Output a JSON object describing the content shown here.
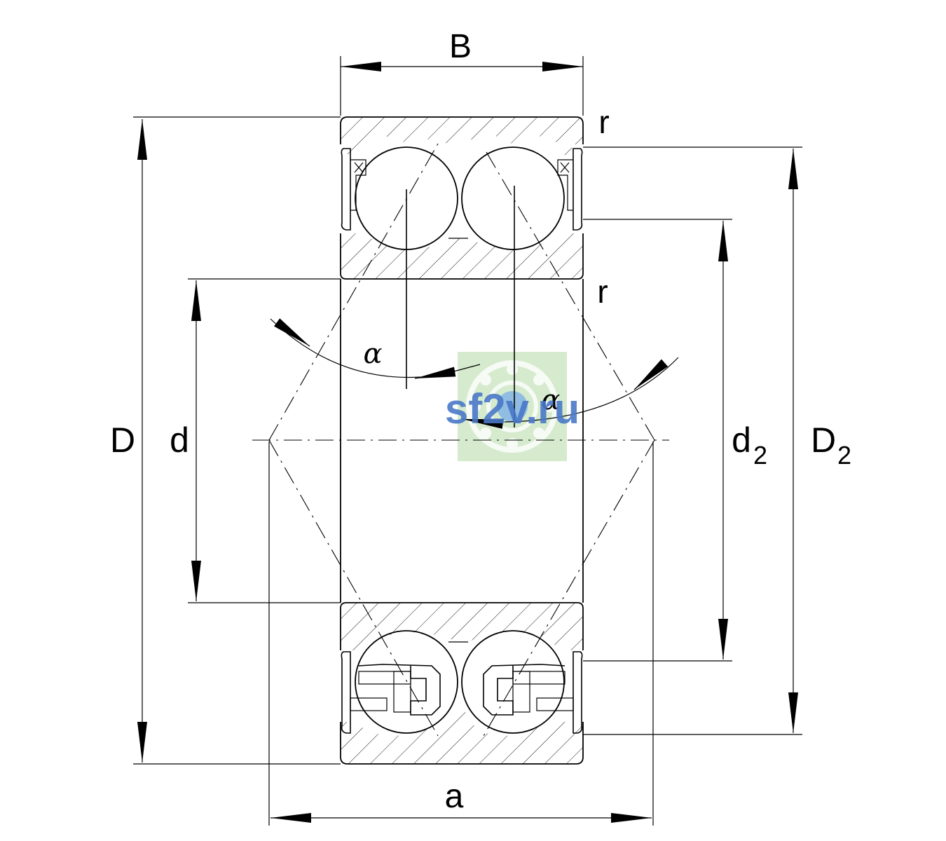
{
  "labels": {
    "B": "B",
    "r_top": "r",
    "r_mid": "r",
    "D": "D",
    "d": "d",
    "d2_main": "d",
    "d2_sub": "2",
    "D2_main": "D",
    "D2_sub": "2",
    "alpha_left": "α",
    "alpha_right": "α",
    "a": "a"
  },
  "watermark": {
    "text": "sf2v.ru",
    "text_color": "#4a78c8",
    "background_color": "#cfe8c4"
  }
}
